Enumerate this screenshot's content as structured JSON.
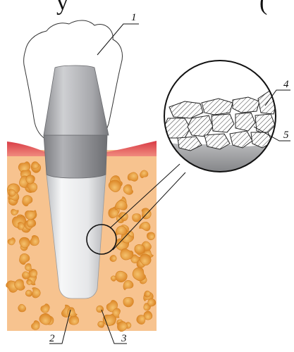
{
  "colors": {
    "bone": "#F7C38F",
    "bone_spots": "#E49A3A",
    "gum": "#E35A5C",
    "implant_body": "#E9EAEB",
    "abutment": "#A9AAAD",
    "collar": "#8F9094",
    "crown_outline": "#333333",
    "line": "#111111"
  },
  "top_fragment": {
    "left": "y",
    "right": "("
  },
  "labels": {
    "crown": "1",
    "implant": "2",
    "bone": "3",
    "coating": "4",
    "surface_layer": "5"
  }
}
